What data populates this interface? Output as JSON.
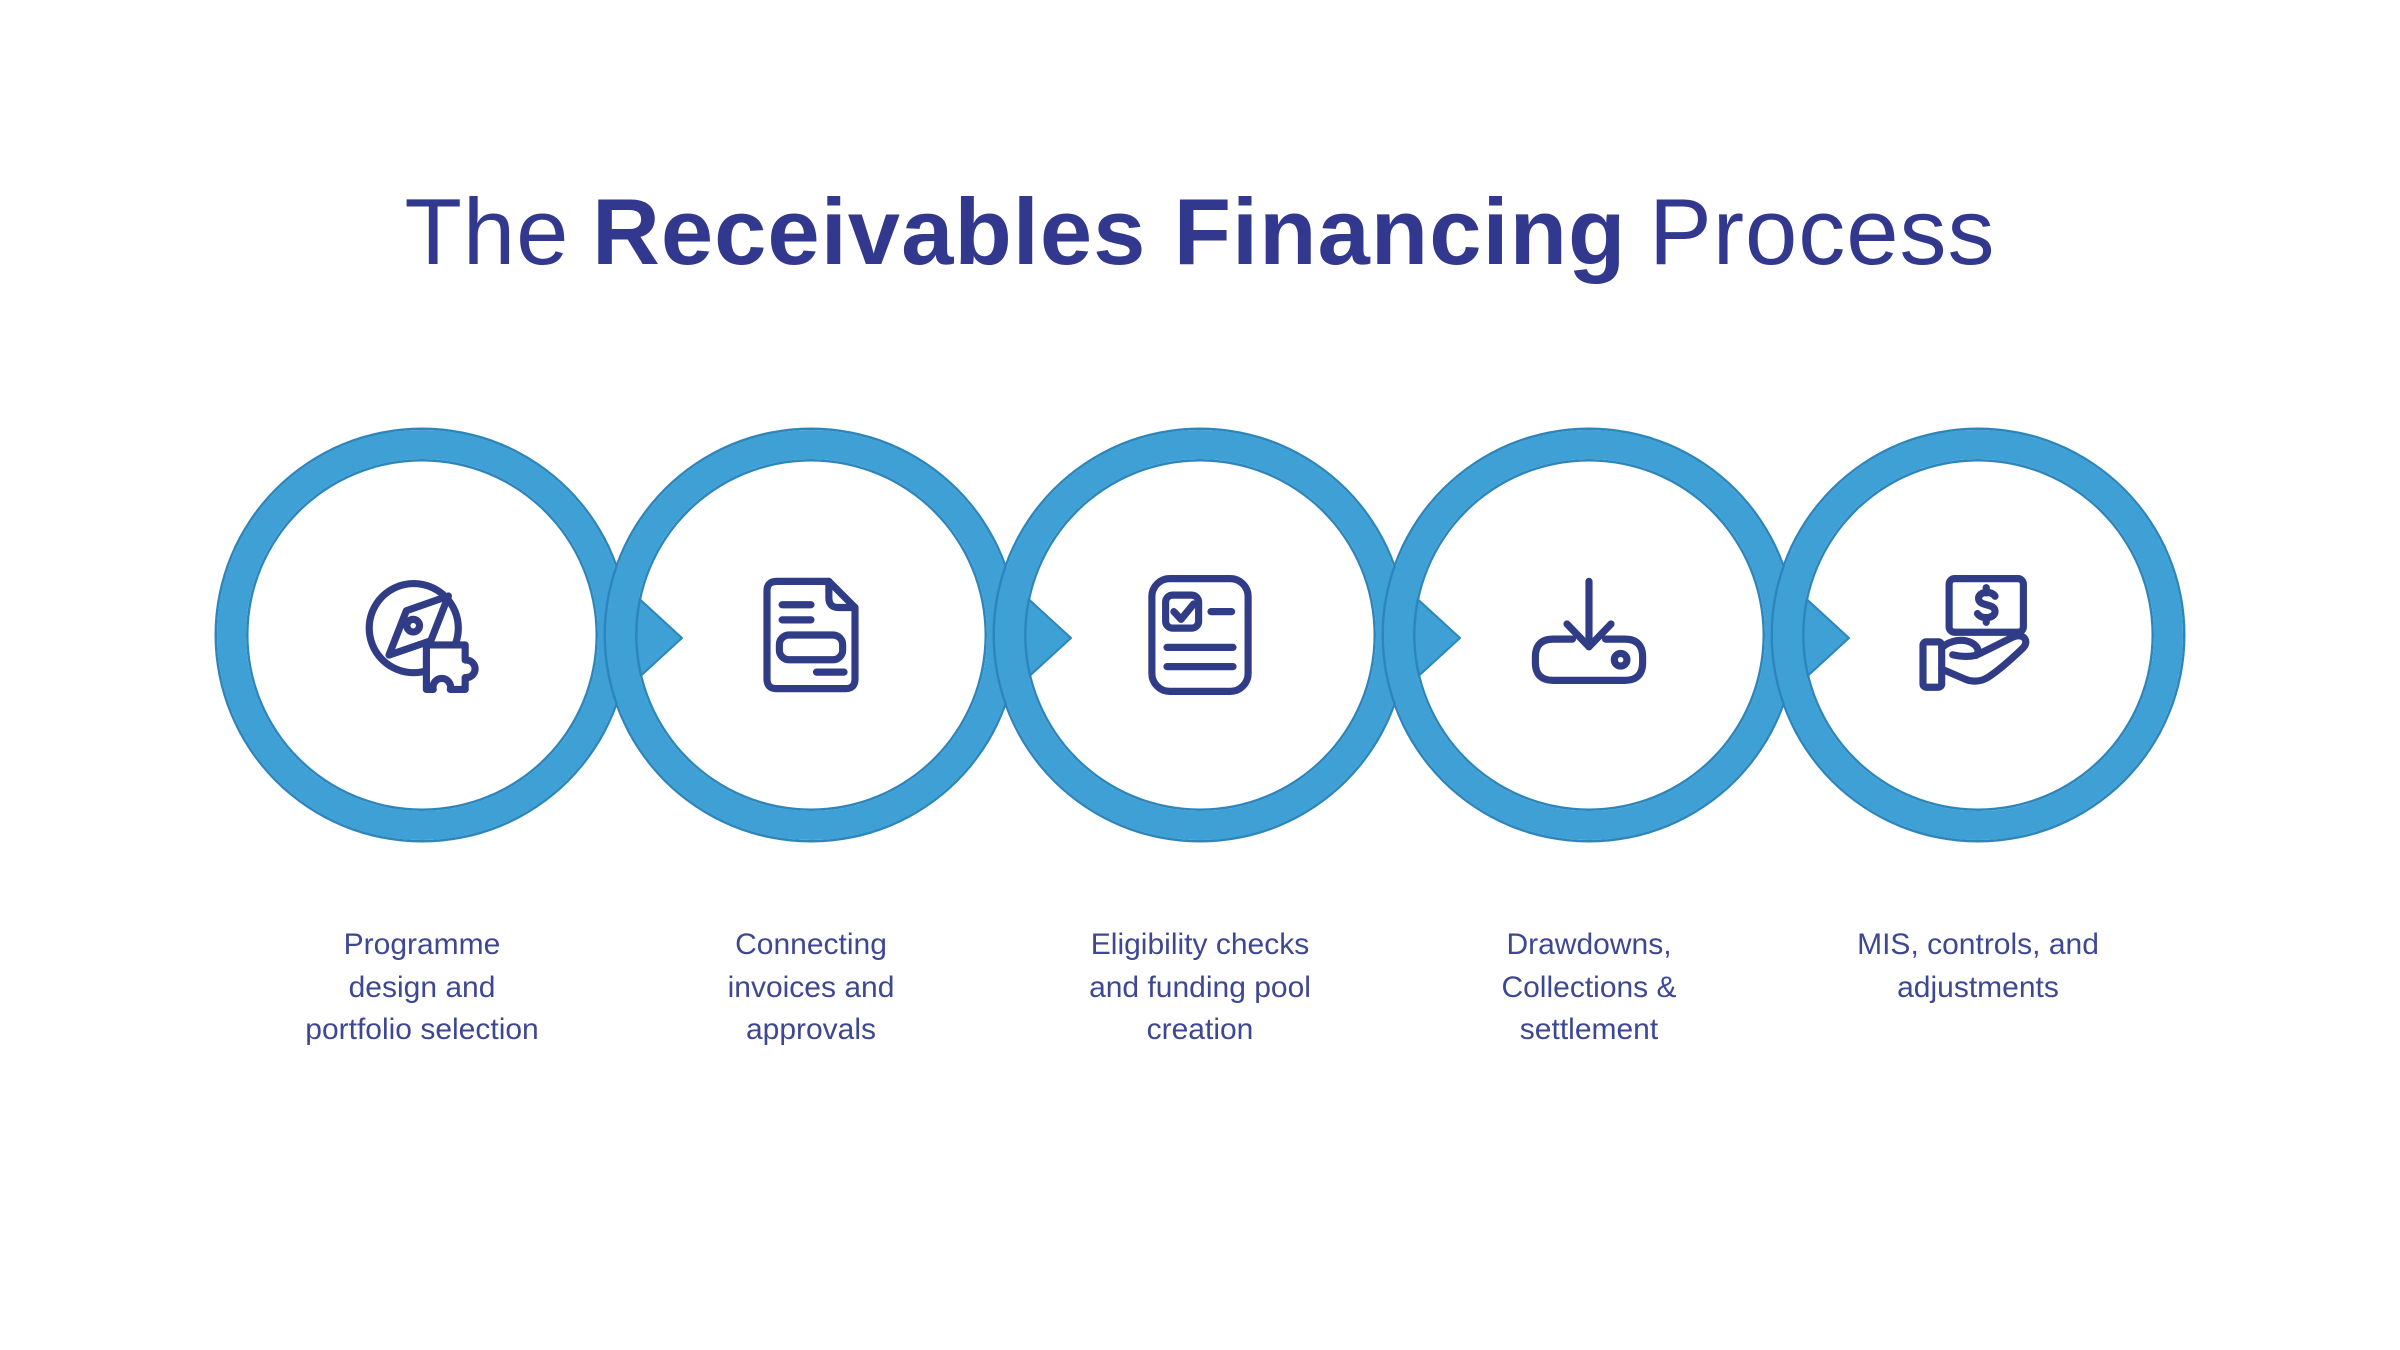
{
  "title": {
    "prefix": "The",
    "highlight": "Receivables Financing",
    "suffix": "Process"
  },
  "colors": {
    "background": "#ffffff",
    "ring_blue": "#3fa0d6",
    "ring_edge": "#2c86bc",
    "icon_navy": "#303c85",
    "title_indigo": "#32388d",
    "label_indigo": "#3e4792"
  },
  "steps": [
    {
      "icon": "compass-puzzle-icon",
      "label_lines": [
        "Programme",
        "design and",
        "portfolio selection"
      ]
    },
    {
      "icon": "invoice-document-icon",
      "label_lines": [
        "Connecting",
        "invoices and",
        "approvals"
      ]
    },
    {
      "icon": "checklist-icon",
      "label_lines": [
        "Eligibility checks",
        "and funding pool",
        "creation"
      ]
    },
    {
      "icon": "drawdown-tray-icon",
      "label_lines": [
        "Drawdowns,",
        "Collections &",
        "settlement"
      ]
    },
    {
      "icon": "cash-in-hand-icon",
      "label_lines": [
        "MIS, controls, and",
        "adjustments"
      ]
    }
  ]
}
